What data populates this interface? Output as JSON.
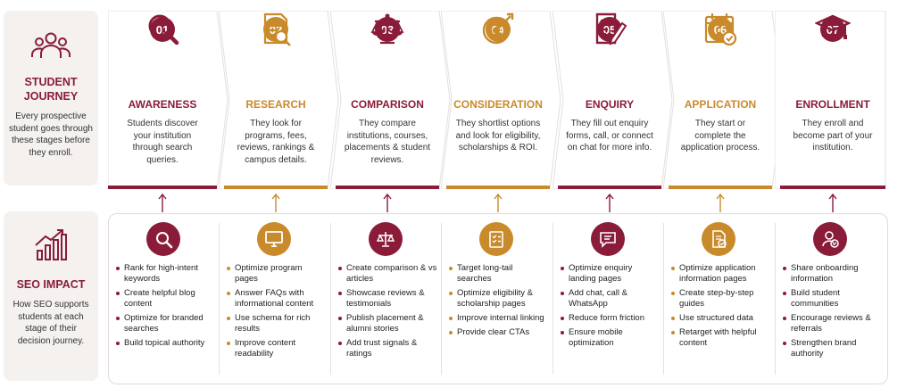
{
  "journey_panel": {
    "title_line1": "STUDENT",
    "title_line2": "JOURNEY",
    "description": "Every prospective student goes through these stages before they enroll.",
    "icon": "people-group-icon"
  },
  "seo_panel": {
    "title": "SEO IMPACT",
    "description": "How SEO supports students at each stage of their decision journey.",
    "icon": "growth-chart-icon"
  },
  "colors": {
    "maroon": "#8a1c3a",
    "gold": "#c98a2b"
  },
  "stages": [
    {
      "number": "01",
      "title": "AWARENESS",
      "description": "Students discover your institution through search queries.",
      "icon": "magnifier-icon",
      "color": "#8a1c3a"
    },
    {
      "number": "02",
      "title": "RESEARCH",
      "description": "They look for programs, fees, reviews, rankings & campus details.",
      "icon": "document-search-icon",
      "color": "#c98a2b"
    },
    {
      "number": "03",
      "title": "COMPARISON",
      "description": "They compare institutions, courses, placements & student reviews.",
      "icon": "scales-icon",
      "color": "#8a1c3a"
    },
    {
      "number": "04",
      "title": "CONSIDERATION",
      "description": "They shortlist options and look for eligibility, scholarships & ROI.",
      "icon": "target-icon",
      "color": "#c98a2b"
    },
    {
      "number": "05",
      "title": "ENQUIRY",
      "description": "They fill out enquiry forms, call, or connect on chat for more info.",
      "icon": "form-pen-icon",
      "color": "#8a1c3a"
    },
    {
      "number": "06",
      "title": "APPLICATION",
      "description": "They start or complete the application process.",
      "icon": "calendar-check-icon",
      "color": "#c98a2b"
    },
    {
      "number": "07",
      "title": "ENROLLMENT",
      "description": "They enroll and become part of your institution.",
      "icon": "graduation-cap-icon",
      "color": "#8a1c3a"
    }
  ],
  "seo": [
    {
      "icon": "search-icon",
      "color": "#8a1c3a",
      "items": [
        "Rank for high-intent keywords",
        "Create helpful blog content",
        "Optimize for branded searches",
        "Build topical authority"
      ]
    },
    {
      "icon": "monitor-icon",
      "color": "#c98a2b",
      "items": [
        "Optimize program pages",
        "Answer FAQs with informational content",
        "Use schema for rich results",
        "Improve content readability"
      ]
    },
    {
      "icon": "scales-icon",
      "color": "#8a1c3a",
      "items": [
        "Create comparison & vs articles",
        "Showcase reviews & testimonials",
        "Publish placement & alumni stories",
        "Add trust signals & ratings"
      ]
    },
    {
      "icon": "checklist-icon",
      "color": "#c98a2b",
      "items": [
        "Target long-tail searches",
        "Optimize eligibility & scholarship pages",
        "Improve internal linking",
        "Provide clear CTAs"
      ]
    },
    {
      "icon": "chat-icon",
      "color": "#8a1c3a",
      "items": [
        "Optimize enquiry landing pages",
        "Add chat, call & WhatsApp",
        "Reduce form friction",
        "Ensure mobile optimization"
      ]
    },
    {
      "icon": "document-check-icon",
      "color": "#c98a2b",
      "items": [
        "Optimize application information pages",
        "Create step-by-step guides",
        "Use structured data",
        "Retarget with helpful content"
      ]
    },
    {
      "icon": "user-check-icon",
      "color": "#8a1c3a",
      "items": [
        "Share onboarding information",
        "Build student communities",
        "Encourage reviews & referrals",
        "Strengthen brand authority"
      ]
    }
  ]
}
